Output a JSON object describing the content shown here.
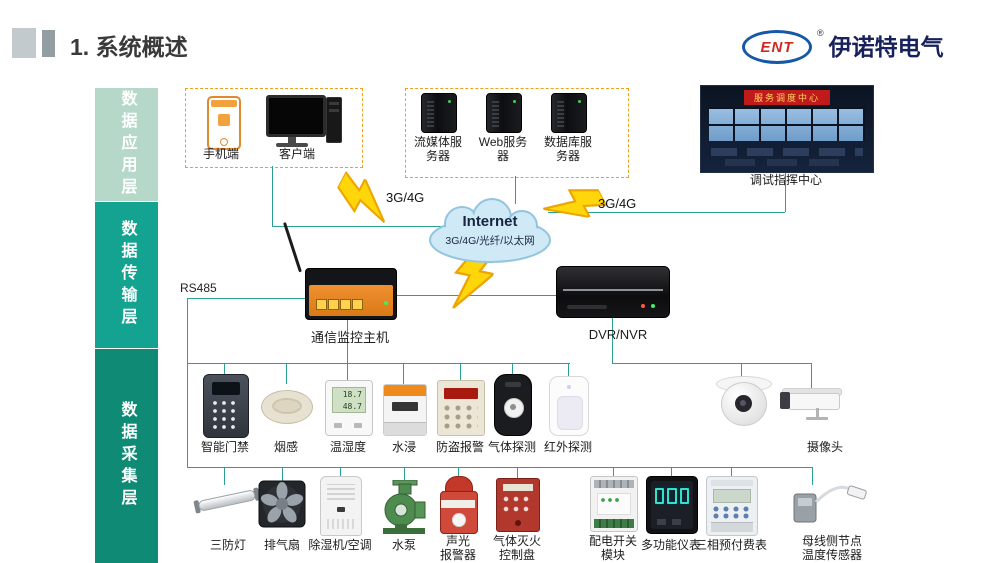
{
  "header": {
    "title": "1. 系统概述",
    "logo_mark": "ENT",
    "logo_reg": "®",
    "logo_name": "伊诺特电气"
  },
  "layers": {
    "application": "数据应用层",
    "transmission": "数据传输层",
    "collection": "数据采集层"
  },
  "application": {
    "phone_label": "手机端",
    "client_label": "客户端",
    "media_server_label": "流媒体服\n务器",
    "web_server_label": "Web服务\n器",
    "database_server_label": "数据库服\n务器",
    "control_room_banner": "服务调度中心",
    "control_room_label": "调试指挥中心"
  },
  "network": {
    "left_link_label": "3G/4G",
    "right_link_label": "3G/4G",
    "cloud_title": "Internet",
    "cloud_subtitle": "3G/4G/光纤/以太网",
    "bus_label": "RS485"
  },
  "transmission": {
    "gateway_label": "通信监控主机",
    "dvr_label": "DVR/NVR"
  },
  "collection": {
    "th_lcd": "18.7\n48.7",
    "row1": [
      {
        "label": "智能门禁"
      },
      {
        "label": "烟感"
      },
      {
        "label": "温湿度"
      },
      {
        "label": "水浸"
      },
      {
        "label": "防盗报警"
      },
      {
        "label": "气体探测"
      },
      {
        "label": "红外探测"
      },
      {
        "label": "摄像头"
      }
    ],
    "row2": [
      {
        "label": "三防灯"
      },
      {
        "label": "排气扇"
      },
      {
        "label": "除湿机/空调"
      },
      {
        "label": "水泵"
      },
      {
        "label": "声光\n报警器"
      },
      {
        "label": "气体灭火\n控制盘"
      },
      {
        "label": "配电开关\n模块"
      },
      {
        "label": "多功能仪表"
      },
      {
        "label": "三相预付费表"
      },
      {
        "label": "母线侧节点\n温度传感器"
      }
    ]
  },
  "colors": {
    "layer_application": "#b5d8c8",
    "layer_transmission": "#14a291",
    "layer_collection": "#0f8a74",
    "connector": "#2aa092",
    "dashed_border": "#f0a01e",
    "bolt_fill": "#ffd60a",
    "cloud_fill": "#cfe9f7",
    "logo_blue": "#1558a7",
    "logo_red": "#d0271e"
  }
}
